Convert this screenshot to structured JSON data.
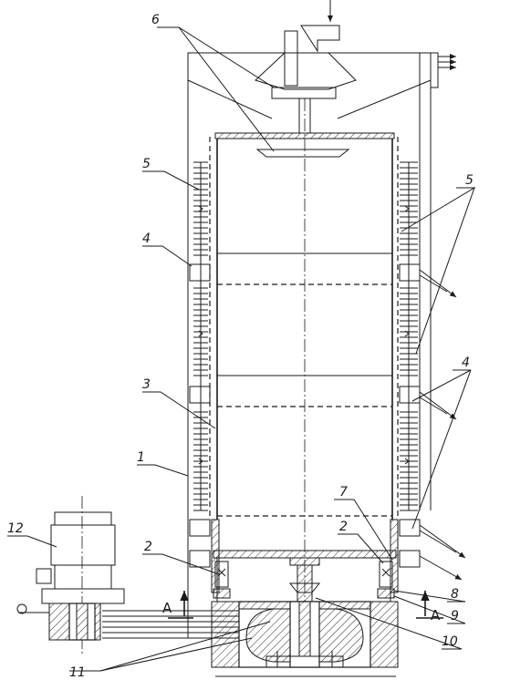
{
  "callouts": {
    "c1": "1",
    "c2a": "2",
    "c2b": "2",
    "c3": "3",
    "c4a": "4",
    "c4b": "4",
    "c5a": "5",
    "c5b": "5",
    "c6": "6",
    "c7": "7",
    "c8": "8",
    "c9": "9",
    "c10": "10",
    "c11": "11",
    "c12": "12"
  },
  "section_marks": {
    "left": "A",
    "right": "A"
  },
  "colors": {
    "line": "#1a1a1a",
    "background": "#ffffff"
  }
}
